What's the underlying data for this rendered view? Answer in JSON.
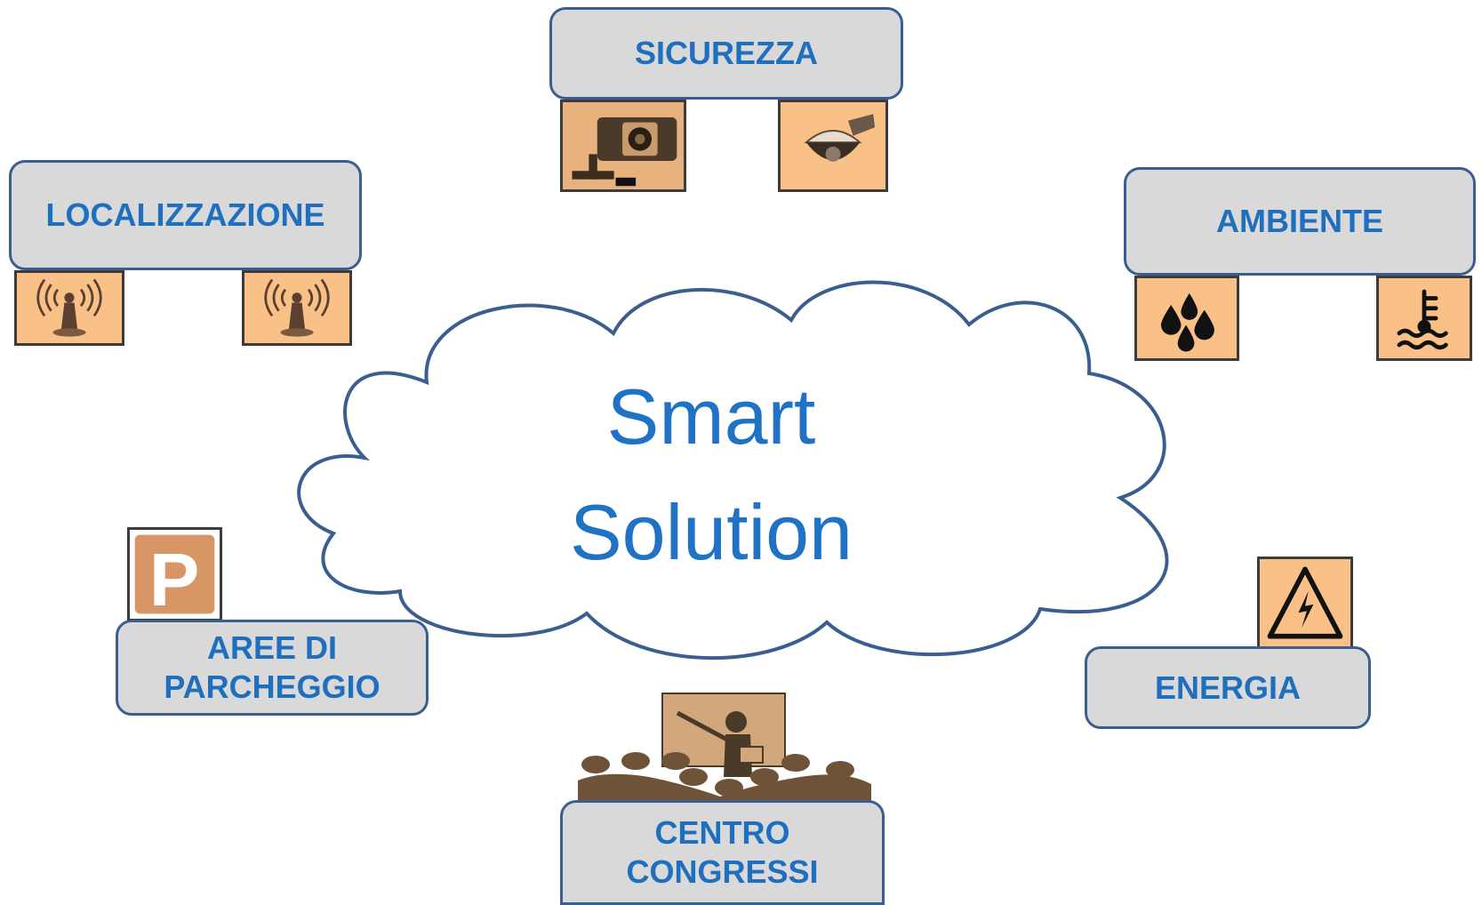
{
  "cloud": {
    "line1": "Smart",
    "line2": "Solution"
  },
  "nodes": {
    "sicurezza": {
      "label": "SICUREZZA",
      "icons": [
        "security-camera-icon",
        "dome-camera-icon"
      ]
    },
    "localizzazione": {
      "label": "LOCALIZZAZIONE",
      "icons": [
        "wireless-antenna-icon",
        "wireless-antenna-icon"
      ]
    },
    "ambiente": {
      "label": "AMBIENTE",
      "icons": [
        "water-drops-icon",
        "water-temperature-icon"
      ]
    },
    "parcheggio": {
      "label_line1": "AREE DI",
      "label_line2": "PARCHEGGIO",
      "icons": [
        "parking-sign-icon"
      ]
    },
    "energia": {
      "label": "ENERGIA",
      "icons": [
        "high-voltage-warning-icon"
      ]
    },
    "congressi": {
      "label_line1": "CENTRO",
      "label_line2": "CONGRESSI",
      "icons": [
        "presenter-audience-icon"
      ]
    }
  },
  "colors": {
    "label_text": "#1f6fbf",
    "label_fill": "#d9d9d9",
    "label_border": "#3a5f8f",
    "tile_fill": "#f9c188",
    "cloud_stroke": "#3a5f8f",
    "cloud_text": "#1f72c4"
  }
}
